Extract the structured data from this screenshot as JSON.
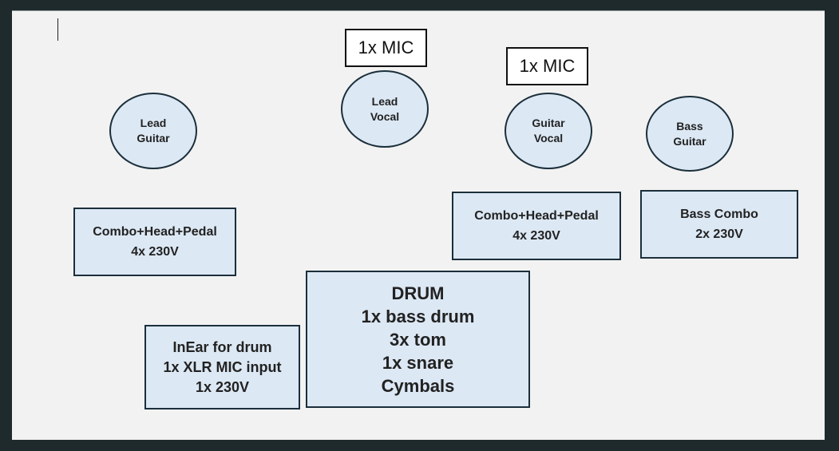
{
  "mics": [
    {
      "label": "1x MIC"
    },
    {
      "label": "1x MIC"
    }
  ],
  "musicians": [
    {
      "label": "Lead\nGuitar"
    },
    {
      "label": "Lead\nVocal"
    },
    {
      "label": "Guitar\nVocal"
    },
    {
      "label": "Bass\nGuitar"
    }
  ],
  "amps": [
    {
      "lines": [
        "Combo+Head+Pedal",
        "4x 230V"
      ]
    },
    {
      "lines": [
        "Combo+Head+Pedal",
        "4x 230V"
      ]
    },
    {
      "lines": [
        "Bass Combo",
        "2x 230V"
      ]
    }
  ],
  "inear": {
    "lines": [
      "InEar for drum",
      "1x XLR MIC input",
      "1x 230V"
    ]
  },
  "drum": {
    "lines": [
      "DRUM",
      "1x bass drum",
      "3x tom",
      "1x snare",
      "Cymbals"
    ]
  },
  "colors": {
    "shape_fill": "#dce8f4",
    "shape_border": "#1b2f3b",
    "background": "#f2f2f2"
  }
}
